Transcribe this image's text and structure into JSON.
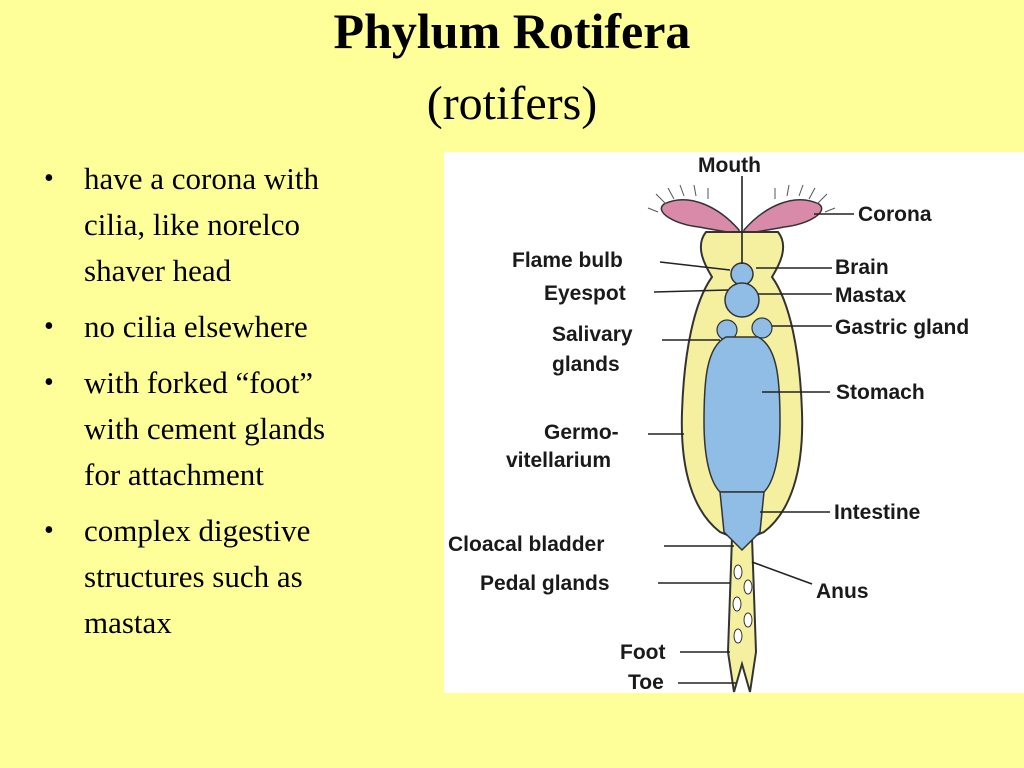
{
  "slide": {
    "title": "Phylum Rotifera",
    "subtitle": "(rotifers)",
    "bullets": [
      {
        "lines": [
          "have a corona with",
          "cilia, like norelco",
          "shaver head"
        ]
      },
      {
        "lines": [
          "no cilia elsewhere"
        ]
      },
      {
        "lines": [
          "with forked “foot”",
          "with cement glands",
          "for attachment"
        ]
      },
      {
        "lines": [
          "complex digestive",
          "structures such as",
          "mastax"
        ]
      }
    ]
  },
  "figure": {
    "labels": {
      "mouth": "Mouth",
      "corona": "Corona",
      "flame_bulb": "Flame bulb",
      "brain": "Brain",
      "eyespot": "Eyespot",
      "mastax": "Mastax",
      "salivary_line1": "Salivary",
      "salivary_line2": "glands",
      "gastric_gland": "Gastric gland",
      "stomach": "Stomach",
      "germo_line1": "Germo-",
      "germo_line2": "vitellarium",
      "intestine": "Intestine",
      "cloacal_bladder": "Cloacal bladder",
      "anus": "Anus",
      "pedal_glands": "Pedal glands",
      "foot": "Foot",
      "toe": "Toe"
    },
    "colors": {
      "body": "#f5f0a0",
      "gut": "#8fbde6",
      "corona": "#d98aa8",
      "outline": "#333333"
    }
  }
}
